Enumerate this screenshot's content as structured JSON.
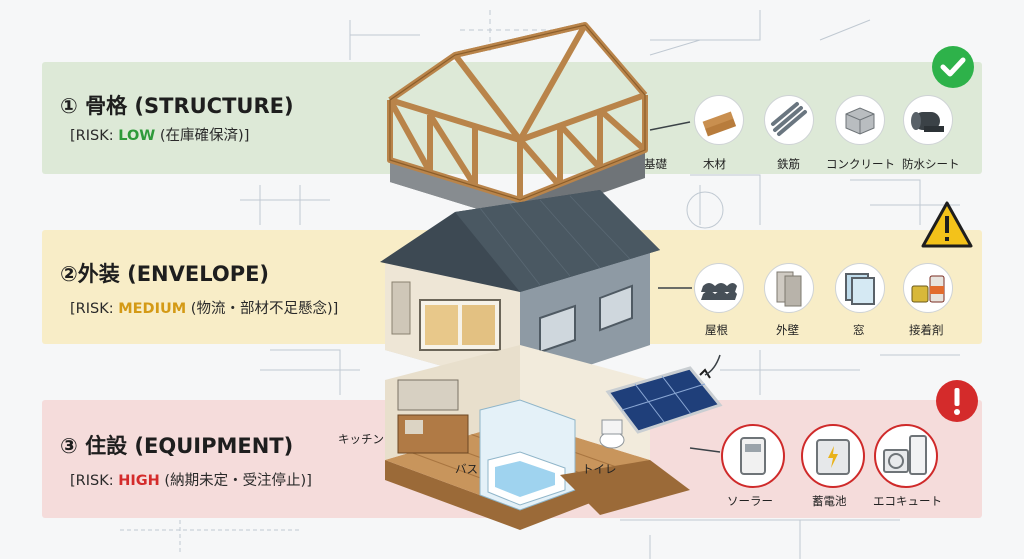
{
  "sections": {
    "structure": {
      "title": "① 骨格 (STRUCTURE)",
      "risk_prefix": "[RISK: ",
      "risk_level": "LOW",
      "risk_suffix": " (在庫確保済)]",
      "color": "#2e9a3a",
      "materials": [
        {
          "label": "基礎",
          "icon": "none"
        },
        {
          "label": "木材",
          "icon": "lumber-icon"
        },
        {
          "label": "鉄筋",
          "icon": "rebar-icon"
        },
        {
          "label": "コンクリート",
          "icon": "concrete-icon"
        },
        {
          "label": "防水シート",
          "icon": "waterproof-sheet-icon"
        }
      ],
      "status_icon": "check-icon"
    },
    "envelope": {
      "title": "②外装 (ENVELOPE)",
      "risk_prefix": "[RISK: ",
      "risk_level": "MEDIUM",
      "risk_suffix": " (物流・部材不足懸念)]",
      "color": "#d49a16",
      "materials": [
        {
          "label": "屋根",
          "icon": "roof-tiles-icon"
        },
        {
          "label": "外壁",
          "icon": "siding-icon"
        },
        {
          "label": "窓",
          "icon": "window-icon"
        },
        {
          "label": "接着剤",
          "icon": "adhesive-icon"
        }
      ],
      "status_icon": "warning-icon"
    },
    "equipment": {
      "title": "③ 住設 (EQUIPMENT)",
      "risk_prefix": "[RISK: ",
      "risk_level": "HIGH",
      "risk_suffix": " (納期未定・受注停止)]",
      "color": "#d42b2b",
      "materials": [
        {
          "label": "ソーラー",
          "icon": "solar-controller-icon"
        },
        {
          "label": "蓄電池",
          "icon": "battery-icon"
        },
        {
          "label": "エコキュート",
          "icon": "heat-pump-icon"
        }
      ],
      "status_icon": "exclamation-icon"
    }
  },
  "house_labels": {
    "kitchen": "キッチン",
    "bath": "バス",
    "toilet": "トイレ"
  }
}
